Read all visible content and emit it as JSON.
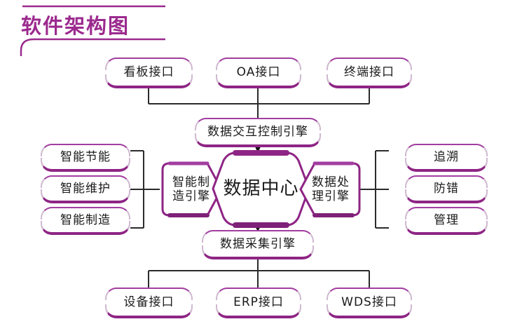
{
  "title": "软件架构图",
  "colors": {
    "title": "#9B2A8E",
    "stroke_top": "#A23DA0",
    "stroke_bottom": "#8E2585",
    "stroke_side": "#CFB9CF",
    "wire": "#2b2b2b",
    "background": "#FFFFFF"
  },
  "top_row": [
    {
      "label": "看板接口"
    },
    {
      "label": "OA接口"
    },
    {
      "label": "终端接口"
    }
  ],
  "interaction_engine": {
    "label": "数据交互控制引擎"
  },
  "center": {
    "label": "数据中心"
  },
  "left_engine": {
    "label": "智能制\n造引擎",
    "line1": "智能制",
    "line2": "造引擎"
  },
  "right_engine": {
    "label": "数据处\n理引擎",
    "line1": "数据处",
    "line2": "理引擎"
  },
  "left_items": [
    {
      "label": "智能节能"
    },
    {
      "label": "智能维护"
    },
    {
      "label": "智能制造"
    }
  ],
  "right_items": [
    {
      "label": "追溯"
    },
    {
      "label": "防错"
    },
    {
      "label": "管理"
    }
  ],
  "collect_engine": {
    "label": "数据采集引擎"
  },
  "bottom_row": [
    {
      "label": "设备接口"
    },
    {
      "label": "ERP接口"
    },
    {
      "label": "WDS接口"
    }
  ]
}
